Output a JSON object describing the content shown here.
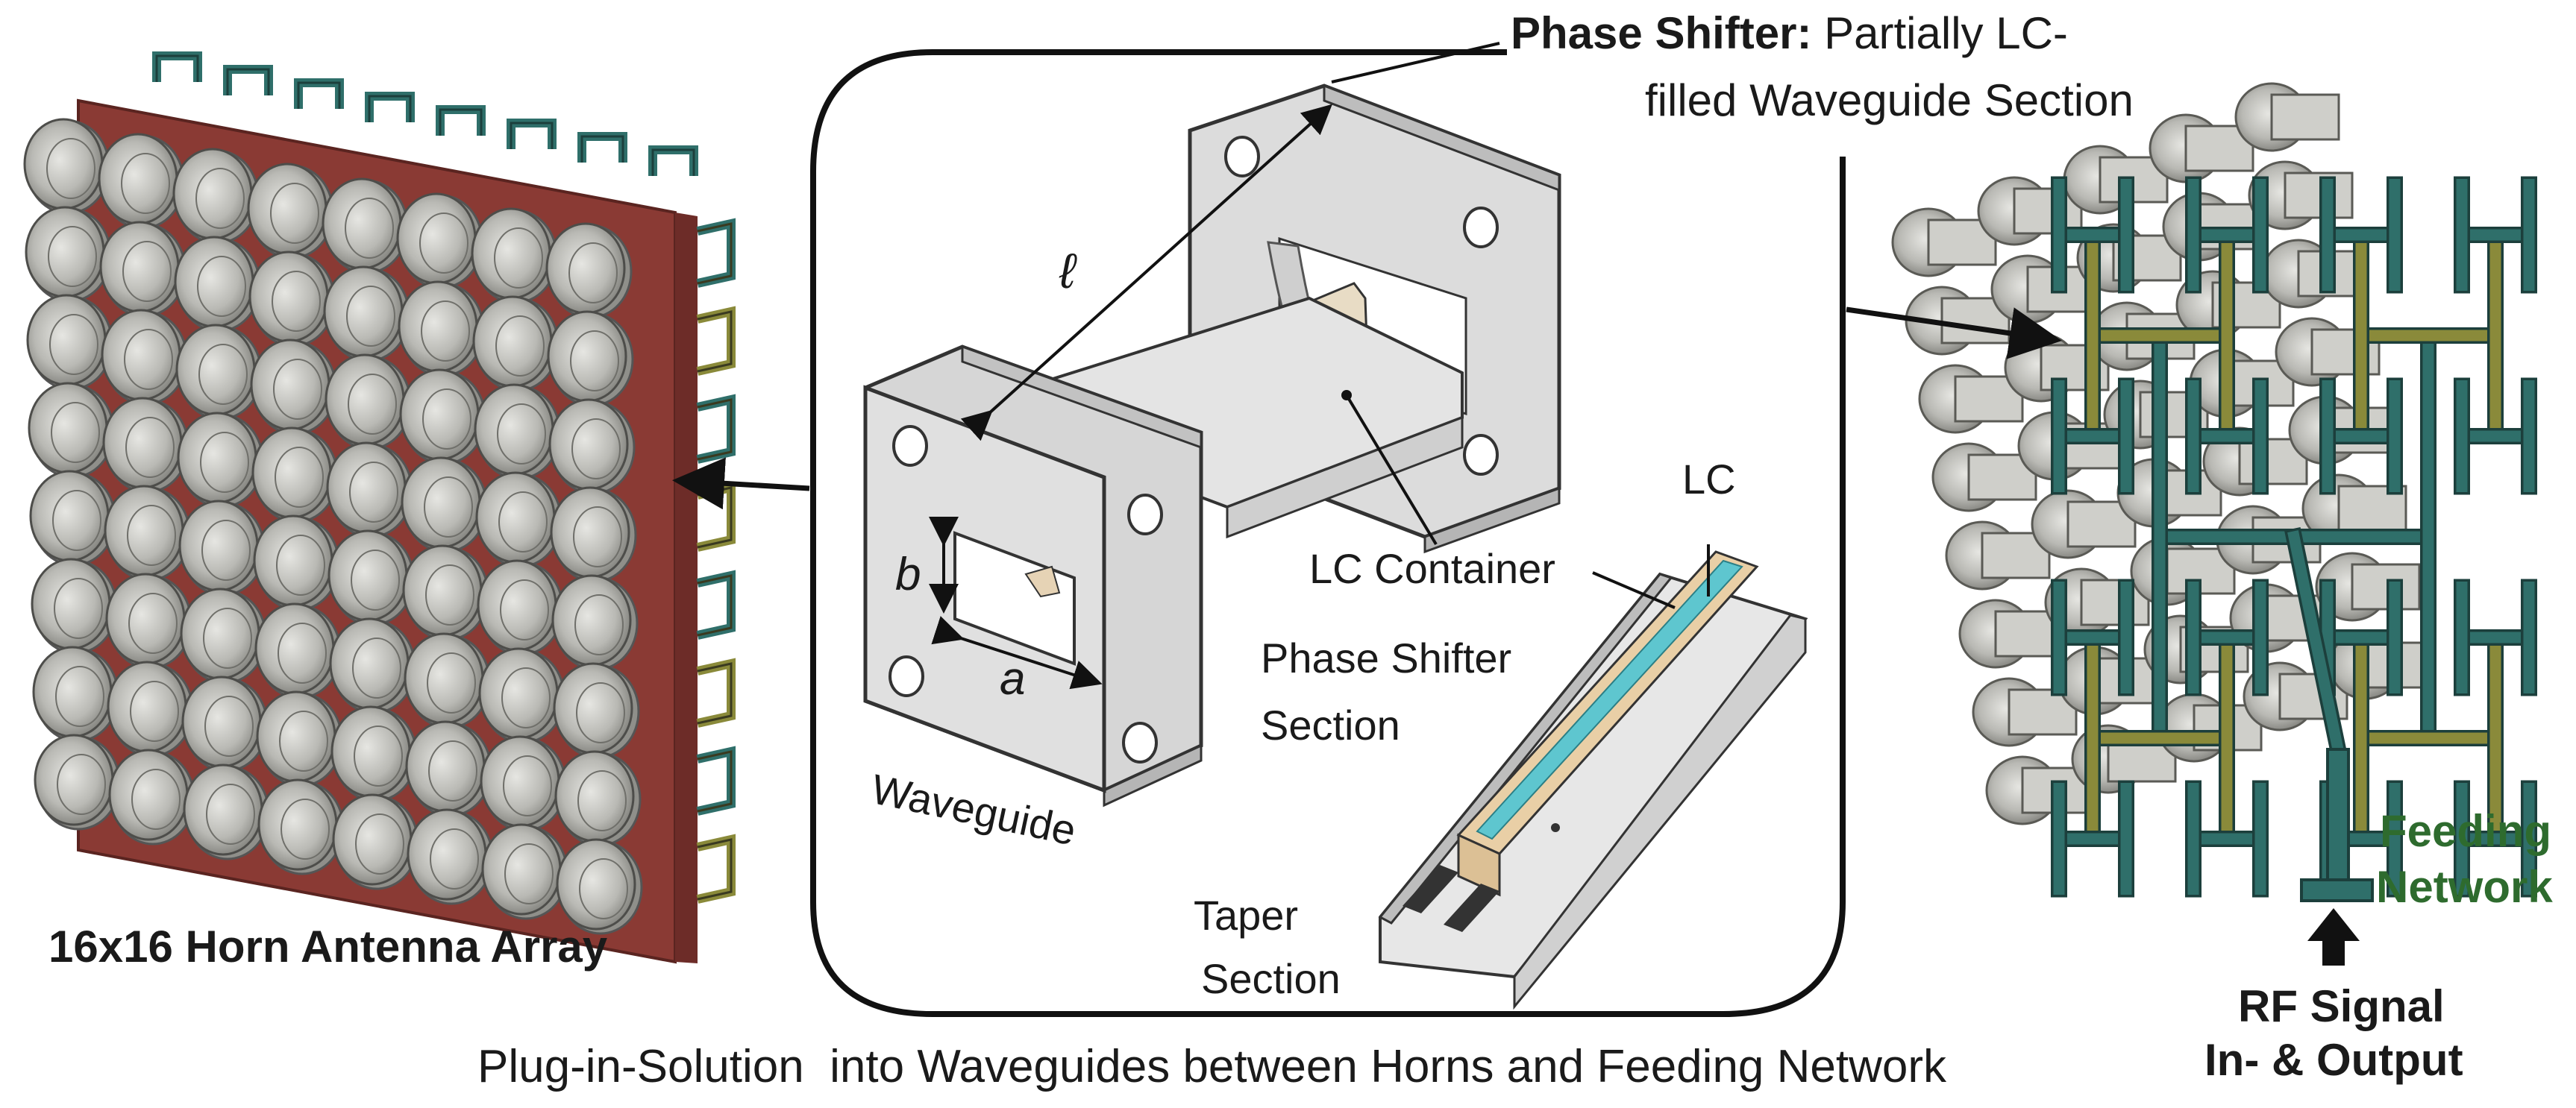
{
  "labels": {
    "phase_shifter_bold": "Phase Shifter:",
    "phase_shifter_rest": "Partially LC-",
    "phase_shifter_line2": "filled Waveguide Section",
    "ell": "ℓ",
    "b": "b",
    "a": "a",
    "waveguide": "Waveguide",
    "lc_container": "LC Container",
    "lc": "LC",
    "phase_shifter_section_1": "Phase Shifter",
    "phase_shifter_section_2": "Section",
    "taper_1": "Taper",
    "taper_2": "Section",
    "horn_array": "16x16 Horn Antenna Array",
    "feeding_1": "Feeding",
    "feeding_2": "Network",
    "rf_1": "RF Signal",
    "rf_2": "In- & Output",
    "caption": "Plug-in-Solution  into Waveguides between Horns and Feeding Network"
  },
  "colors": {
    "backplate": "#8a3a34",
    "horn": "#c9c9c4",
    "feed_teal": "#2f6f6a",
    "feed_olive": "#8a8a3a",
    "lc_blue": "#5ec6cf",
    "container_tan": "#e9cfa6",
    "feeding_green": "#2e6b2e"
  }
}
